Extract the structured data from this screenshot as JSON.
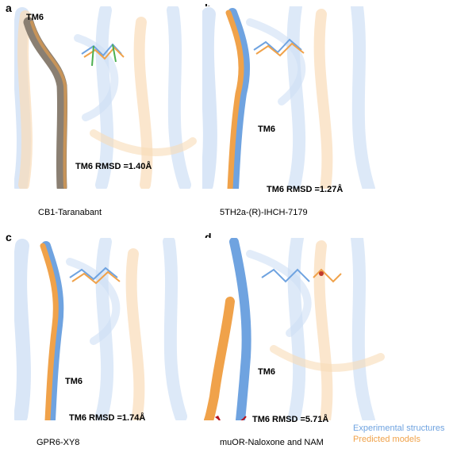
{
  "panels": [
    {
      "label": "a",
      "tm6": "TM6",
      "rmsd": "TM6 RMSD =1.40Å",
      "caption": "CB1-Taranabant"
    },
    {
      "label": "b",
      "tm6": "TM6",
      "rmsd": "TM6 RMSD =1.27Å",
      "caption": "5TH2a-(R)-IHCH-7179"
    },
    {
      "label": "c",
      "tm6": "TM6",
      "rmsd": "TM6 RMSD =1.74Å",
      "caption": "GPR6-XY8"
    },
    {
      "label": "d",
      "tm6": "TM6",
      "rmsd": "TM6 RMSD =5.71Å",
      "caption": "muOR-Naloxone and NAM"
    }
  ],
  "legend": {
    "experimental": "Experimental structures",
    "predicted": "Predicted models"
  },
  "colors": {
    "experimental": "#6fa3e0",
    "experimental_light": "#cfe0f5",
    "predicted": "#f0a24a",
    "predicted_light": "#f9dcb8",
    "overlap_helix": "#8a7f72",
    "arrow": "#b5121b"
  }
}
